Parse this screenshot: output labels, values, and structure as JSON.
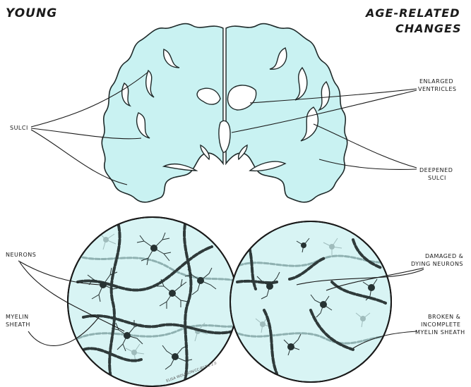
{
  "headings": {
    "left": "YOUNG",
    "right_line1": "AGE-RELATED",
    "right_line2": "CHANGES"
  },
  "labels": {
    "sulci": "SULCI",
    "enlarged_ventricles_1": "ENLARGED",
    "enlarged_ventricles_2": "VENTRICLES",
    "deepened_sulci_1": "DEEPENED",
    "deepened_sulci_2": "SULCI",
    "neurons": "NEURONS",
    "myelin_sheath_1": "MYELIN",
    "myelin_sheath_2": "SHEATH",
    "damaged_neurons_1": "DAMAGED &",
    "damaged_neurons_2": "DYING NEURONS",
    "broken_myelin_1": "BROKEN &",
    "broken_myelin_2": "INCOMPLETE",
    "broken_myelin_3": "MYELIN SHEATH"
  },
  "credit": "ELISA WOLFSON/CC-BY-NC 2.0",
  "colors": {
    "brain_fill": "#c9f2f2",
    "tissue_fill": "#d8f4f4",
    "ink": "#1a1a1a"
  }
}
